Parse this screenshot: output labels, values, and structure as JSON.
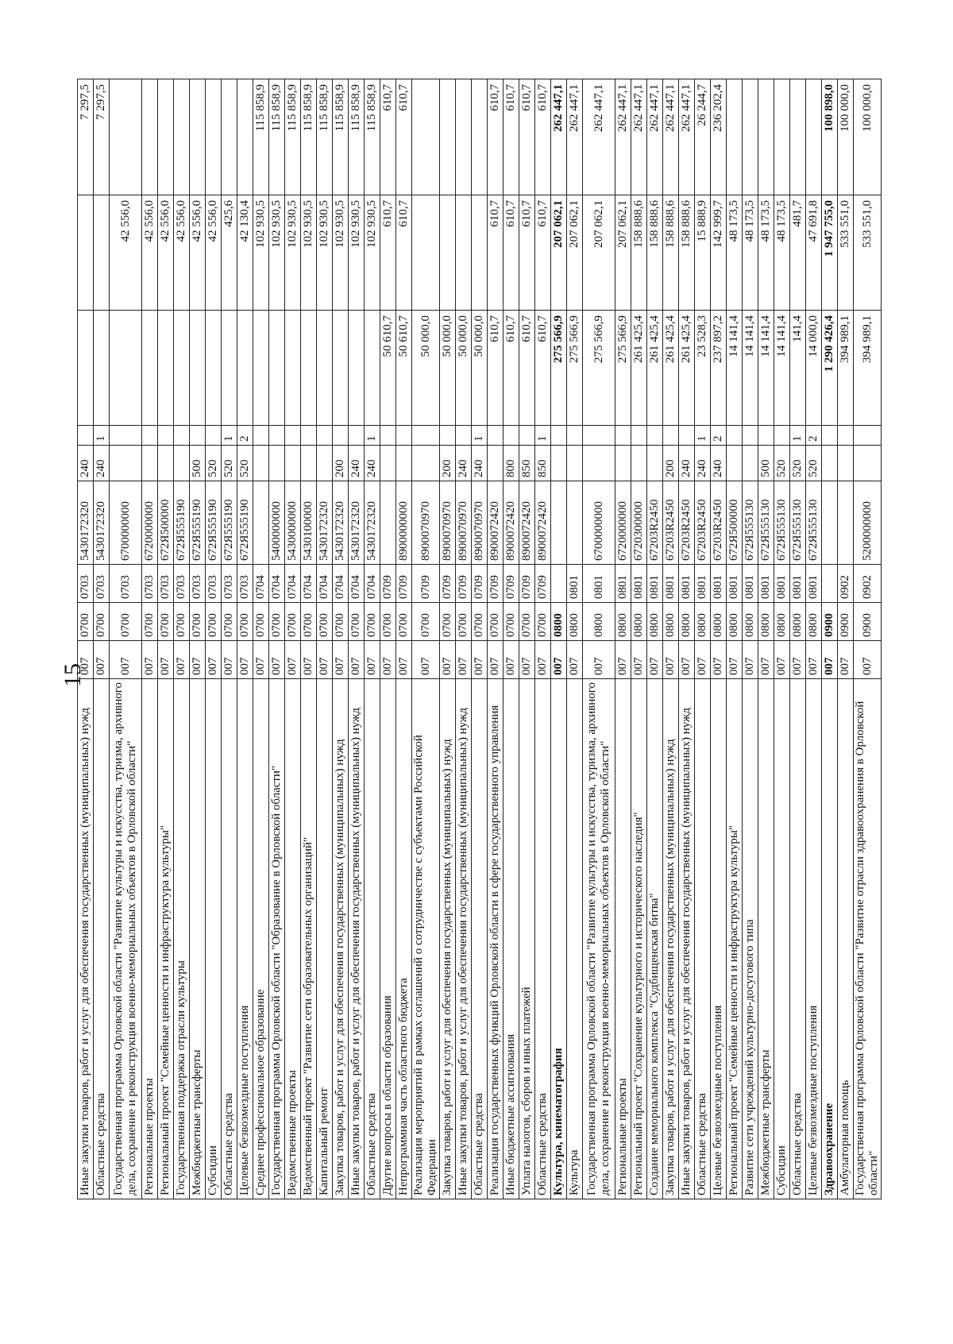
{
  "page": {
    "number": "15"
  },
  "table": {
    "rows": [
      {
        "name": "Иные закупки товаров, работ и услуг для обеспечения государственных (муниципальных) нужд",
        "ministry": "007",
        "section": "0700",
        "subsection": "0703",
        "target": "5430172320",
        "expense_type": "240",
        "source": "",
        "total": "",
        "y2020": "",
        "y2021": "7 297,5"
      },
      {
        "name": "Областные средства",
        "ministry": "007",
        "section": "0700",
        "subsection": "0703",
        "target": "5430172320",
        "expense_type": "240",
        "source": "1",
        "total": "",
        "y2020": "",
        "y2021": "7 297,5"
      },
      {
        "name": "Государственная программа Орловской области \"Развитие культуры и искусства, туризма, архивного дела, сохранение и реконструкция военно-мемориальных объектов в Орловской области\"",
        "ministry": "007",
        "section": "0700",
        "subsection": "0703",
        "target": "6700000000",
        "expense_type": "",
        "source": "",
        "total": "",
        "y2020": "42 556,0",
        "y2021": "",
        "tall": true
      },
      {
        "name": "Региональные проекты",
        "ministry": "007",
        "section": "0700",
        "subsection": "0703",
        "target": "6720000000",
        "expense_type": "",
        "source": "",
        "total": "",
        "y2020": "42 556,0",
        "y2021": ""
      },
      {
        "name": "Региональный проект \"Семейные ценности и инфраструктура культуры\"",
        "ministry": "007",
        "section": "0700",
        "subsection": "0703",
        "target": "672Я500000",
        "expense_type": "",
        "source": "",
        "total": "",
        "y2020": "42 556,0",
        "y2021": ""
      },
      {
        "name": "Государственная поддержка отрасли культуры",
        "ministry": "007",
        "section": "0700",
        "subsection": "0703",
        "target": "672Я555190",
        "expense_type": "",
        "source": "",
        "total": "",
        "y2020": "42 556,0",
        "y2021": ""
      },
      {
        "name": "Межбюджетные трансферты",
        "ministry": "007",
        "section": "0700",
        "subsection": "0703",
        "target": "672Я555190",
        "expense_type": "500",
        "source": "",
        "total": "",
        "y2020": "42 556,0",
        "y2021": ""
      },
      {
        "name": "Субсидии",
        "ministry": "007",
        "section": "0700",
        "subsection": "0703",
        "target": "672Я555190",
        "expense_type": "520",
        "source": "",
        "total": "",
        "y2020": "42 556,0",
        "y2021": ""
      },
      {
        "name": "Областные средства",
        "ministry": "007",
        "section": "0700",
        "subsection": "0703",
        "target": "672Я555190",
        "expense_type": "520",
        "source": "1",
        "total": "",
        "y2020": "425,6",
        "y2021": ""
      },
      {
        "name": "Целевые безвозмездные поступления",
        "ministry": "007",
        "section": "0700",
        "subsection": "0703",
        "target": "672Я555190",
        "expense_type": "520",
        "source": "2",
        "total": "",
        "y2020": "42 130,4",
        "y2021": ""
      },
      {
        "name": "Среднее профессиональное образование",
        "ministry": "007",
        "section": "0700",
        "subsection": "0704",
        "target": "",
        "expense_type": "",
        "source": "",
        "total": "",
        "y2020": "102 930,5",
        "y2021": "115 858,9"
      },
      {
        "name": "Государственная программа Орловской области \"Образование в Орловской области\"",
        "ministry": "007",
        "section": "0700",
        "subsection": "0704",
        "target": "5400000000",
        "expense_type": "",
        "source": "",
        "total": "",
        "y2020": "102 930,5",
        "y2021": "115 858,9"
      },
      {
        "name": "Ведомственные проекты",
        "ministry": "007",
        "section": "0700",
        "subsection": "0704",
        "target": "5430000000",
        "expense_type": "",
        "source": "",
        "total": "",
        "y2020": "102 930,5",
        "y2021": "115 858,9"
      },
      {
        "name": "Ведомственный проект \"Развитие сети образовательных организаций\"",
        "ministry": "007",
        "section": "0700",
        "subsection": "0704",
        "target": "5430100000",
        "expense_type": "",
        "source": "",
        "total": "",
        "y2020": "102 930,5",
        "y2021": "115 858,9"
      },
      {
        "name": "Капитальный ремонт",
        "ministry": "007",
        "section": "0700",
        "subsection": "0704",
        "target": "5430172320",
        "expense_type": "",
        "source": "",
        "total": "",
        "y2020": "102 930,5",
        "y2021": "115 858,9"
      },
      {
        "name": "Закупка товаров, работ и услуг для обеспечения государственных (муниципальных) нужд",
        "ministry": "007",
        "section": "0700",
        "subsection": "0704",
        "target": "5430172320",
        "expense_type": "200",
        "source": "",
        "total": "",
        "y2020": "102 930,5",
        "y2021": "115 858,9"
      },
      {
        "name": "Иные закупки товаров, работ и услуг для обеспечения государственных (муниципальных) нужд",
        "ministry": "007",
        "section": "0700",
        "subsection": "0704",
        "target": "5430172320",
        "expense_type": "240",
        "source": "",
        "total": "",
        "y2020": "102 930,5",
        "y2021": "115 858,9"
      },
      {
        "name": "Областные средства",
        "ministry": "007",
        "section": "0700",
        "subsection": "0704",
        "target": "5430172320",
        "expense_type": "240",
        "source": "1",
        "total": "",
        "y2020": "102 930,5",
        "y2021": "115 858,9"
      },
      {
        "name": "Другие вопросы в области образования",
        "ministry": "007",
        "section": "0700",
        "subsection": "0709",
        "target": "",
        "expense_type": "",
        "source": "",
        "total": "50 610,7",
        "y2020": "610,7",
        "y2021": "610,7"
      },
      {
        "name": "Непрограммная часть областного бюджета",
        "ministry": "007",
        "section": "0700",
        "subsection": "0709",
        "target": "8900000000",
        "expense_type": "",
        "source": "",
        "total": "50 610,7",
        "y2020": "610,7",
        "y2021": "610,7"
      },
      {
        "name": "Реализация мероприятий в рамках соглашений о сотрудничестве с субъектами Российской Федерации",
        "ministry": "007",
        "section": "0700",
        "subsection": "0709",
        "target": "8900070970",
        "expense_type": "",
        "source": "",
        "total": "50 000,0",
        "y2020": "",
        "y2021": ""
      },
      {
        "name": "Закупка товаров, работ и услуг для обеспечения государственных (муниципальных) нужд",
        "ministry": "007",
        "section": "0700",
        "subsection": "0709",
        "target": "8900070970",
        "expense_type": "200",
        "source": "",
        "total": "50 000,0",
        "y2020": "",
        "y2021": ""
      },
      {
        "name": "Иные закупки товаров, работ и услуг для обеспечения государственных (муниципальных) нужд",
        "ministry": "007",
        "section": "0700",
        "subsection": "0709",
        "target": "8900070970",
        "expense_type": "240",
        "source": "",
        "total": "50 000,0",
        "y2020": "",
        "y2021": ""
      },
      {
        "name": "Областные средства",
        "ministry": "007",
        "section": "0700",
        "subsection": "0709",
        "target": "8900070970",
        "expense_type": "240",
        "source": "1",
        "total": "50 000,0",
        "y2020": "",
        "y2021": ""
      },
      {
        "name": "Реализация государственных функций Орловской области в сфере государственного управления",
        "ministry": "007",
        "section": "0700",
        "subsection": "0709",
        "target": "8900072420",
        "expense_type": "",
        "source": "",
        "total": "610,7",
        "y2020": "610,7",
        "y2021": "610,7"
      },
      {
        "name": "Иные бюджетные ассигнования",
        "ministry": "007",
        "section": "0700",
        "subsection": "0709",
        "target": "8900072420",
        "expense_type": "800",
        "source": "",
        "total": "610,7",
        "y2020": "610,7",
        "y2021": "610,7"
      },
      {
        "name": "Уплата налогов, сборов и иных платежей",
        "ministry": "007",
        "section": "0700",
        "subsection": "0709",
        "target": "8900072420",
        "expense_type": "850",
        "source": "",
        "total": "610,7",
        "y2020": "610,7",
        "y2021": "610,7"
      },
      {
        "name": "Областные средства",
        "ministry": "007",
        "section": "0700",
        "subsection": "0709",
        "target": "8900072420",
        "expense_type": "850",
        "source": "1",
        "total": "610,7",
        "y2020": "610,7",
        "y2021": "610,7"
      },
      {
        "name": "Культура, кинематография",
        "ministry": "007",
        "section": "0800",
        "subsection": "",
        "target": "",
        "expense_type": "",
        "source": "",
        "total": "275 566,9",
        "y2020": "207 062,1",
        "y2021": "262 447,1",
        "bold": true
      },
      {
        "name": "Культура",
        "ministry": "007",
        "section": "0800",
        "subsection": "0801",
        "target": "",
        "expense_type": "",
        "source": "",
        "total": "275 566,9",
        "y2020": "207 062,1",
        "y2021": "262 447,1"
      },
      {
        "name": "Государственная программа Орловской области \"Развитие культуры и искусства, туризма, архивного дела, сохранение и реконструкция военно-мемориальных объектов в Орловской области\"",
        "ministry": "007",
        "section": "0800",
        "subsection": "0801",
        "target": "6700000000",
        "expense_type": "",
        "source": "",
        "total": "275 566,9",
        "y2020": "207 062,1",
        "y2021": "262 447,1",
        "tall": true
      },
      {
        "name": "Региональные проекты",
        "ministry": "007",
        "section": "0800",
        "subsection": "0801",
        "target": "6720000000",
        "expense_type": "",
        "source": "",
        "total": "275 566,9",
        "y2020": "207 062,1",
        "y2021": "262 447,1"
      },
      {
        "name": "Региональный проект \"Сохранение культурного и исторического наследия\"",
        "ministry": "007",
        "section": "0800",
        "subsection": "0801",
        "target": "6720300000",
        "expense_type": "",
        "source": "",
        "total": "261 425,4",
        "y2020": "158 888,6",
        "y2021": "262 447,1"
      },
      {
        "name": "Создание мемориального комплекса \"Судбищенская битва\"",
        "ministry": "007",
        "section": "0800",
        "subsection": "0801",
        "target": "67203R2450",
        "expense_type": "",
        "source": "",
        "total": "261 425,4",
        "y2020": "158 888,6",
        "y2021": "262 447,1"
      },
      {
        "name": "Закупка товаров, работ и услуг для обеспечения государственных (муниципальных) нужд",
        "ministry": "007",
        "section": "0800",
        "subsection": "0801",
        "target": "67203R2450",
        "expense_type": "200",
        "source": "",
        "total": "261 425,4",
        "y2020": "158 888,6",
        "y2021": "262 447,1"
      },
      {
        "name": "Иные закупки товаров, работ и услуг для обеспечения государственных (муниципальных) нужд",
        "ministry": "007",
        "section": "0800",
        "subsection": "0801",
        "target": "67203R2450",
        "expense_type": "240",
        "source": "",
        "total": "261 425,4",
        "y2020": "158 888,6",
        "y2021": "262 447,1"
      },
      {
        "name": "Областные средства",
        "ministry": "007",
        "section": "0800",
        "subsection": "0801",
        "target": "67203R2450",
        "expense_type": "240",
        "source": "1",
        "total": "23 528,3",
        "y2020": "15 888,9",
        "y2021": "26 244,7"
      },
      {
        "name": "Целевые безвозмездные поступления",
        "ministry": "007",
        "section": "0800",
        "subsection": "0801",
        "target": "67203R2450",
        "expense_type": "240",
        "source": "2",
        "total": "237 897,2",
        "y2020": "142 999,7",
        "y2021": "236 202,4"
      },
      {
        "name": "Региональный проект \"Семейные ценности и инфраструктура культуры\"",
        "ministry": "007",
        "section": "0800",
        "subsection": "0801",
        "target": "672Я500000",
        "expense_type": "",
        "source": "",
        "total": "14 141,4",
        "y2020": "48 173,5",
        "y2021": ""
      },
      {
        "name": "Развитие сети учреждений культурно-досугового типа",
        "ministry": "007",
        "section": "0800",
        "subsection": "0801",
        "target": "672Я555130",
        "expense_type": "",
        "source": "",
        "total": "14 141,4",
        "y2020": "48 173,5",
        "y2021": ""
      },
      {
        "name": "Межбюджетные трансферты",
        "ministry": "007",
        "section": "0800",
        "subsection": "0801",
        "target": "672Я555130",
        "expense_type": "500",
        "source": "",
        "total": "14 141,4",
        "y2020": "48 173,5",
        "y2021": ""
      },
      {
        "name": "Субсидии",
        "ministry": "007",
        "section": "0800",
        "subsection": "0801",
        "target": "672Я555130",
        "expense_type": "520",
        "source": "",
        "total": "14 141,4",
        "y2020": "48 173,5",
        "y2021": ""
      },
      {
        "name": "Областные средства",
        "ministry": "007",
        "section": "0800",
        "subsection": "0801",
        "target": "672Я555130",
        "expense_type": "520",
        "source": "1",
        "total": "141,4",
        "y2020": "481,7",
        "y2021": ""
      },
      {
        "name": "Целевые безвозмездные поступления",
        "ministry": "007",
        "section": "0800",
        "subsection": "0801",
        "target": "672Я555130",
        "expense_type": "520",
        "source": "2",
        "total": "14 000,0",
        "y2020": "47 691,8",
        "y2021": ""
      },
      {
        "name": "Здравоохранение",
        "ministry": "007",
        "section": "0900",
        "subsection": "",
        "target": "",
        "expense_type": "",
        "source": "",
        "total": "1 290 426,4",
        "y2020": "1 947 755,0",
        "y2021": "100 898,0",
        "bold": true
      },
      {
        "name": "Амбулаторная помощь",
        "ministry": "007",
        "section": "0900",
        "subsection": "0902",
        "target": "",
        "expense_type": "",
        "source": "",
        "total": "394 989,1",
        "y2020": "533 551,0",
        "y2021": "100 000,0"
      },
      {
        "name": "Государственная программа Орловской области \"Развитие отрасли здравоохранения в Орловской области\"",
        "ministry": "007",
        "section": "0900",
        "subsection": "0902",
        "target": "5200000000",
        "expense_type": "",
        "source": "",
        "total": "394 989,1",
        "y2020": "533 551,0",
        "y2021": "100 000,0"
      }
    ]
  }
}
